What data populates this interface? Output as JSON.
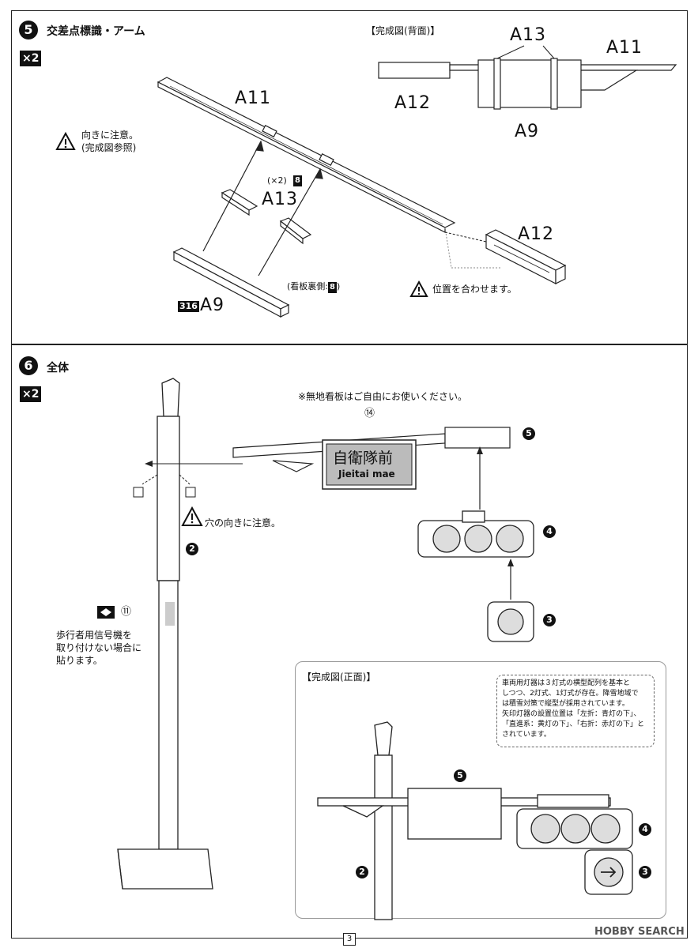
{
  "step5": {
    "number": "5",
    "title": "交差点標識・アーム",
    "quantity": "×2",
    "caution": [
      "向きに注意。",
      "(完成図参照)"
    ],
    "completed_back_title": "【完成図(背面)】",
    "labels": {
      "a11": "A11",
      "a12": "A12",
      "a13": "A13",
      "a9": "A9",
      "a9_badge": "316"
    },
    "a13_qty": "(×2)",
    "a13_ref": "8",
    "a9_ref_note": "(看板裏側:",
    "a9_ref": "8",
    "a9_ref_close": ")",
    "align_note": "位置を合わせます。"
  },
  "step6": {
    "number": "6",
    "title": "全体",
    "quantity": "×2",
    "blank_sign_note": "※無地看板はご自由にお使いください。",
    "sign_num": "⑭",
    "sign_text_jp": "自衛隊前",
    "sign_text_en": "Jieitai mae",
    "hole_note": "穴の向きに注意。",
    "ped_marker": "⑪",
    "ped_note": [
      "歩行者用信号機を",
      "取り付けない場合に",
      "貼ります。"
    ],
    "refs": {
      "r5": "5",
      "r4": "4",
      "r3": "3",
      "r2": "2"
    },
    "completed_front_title": "【完成図(正面)】",
    "info_box": [
      "車両用灯器は３灯式の横型配列を基本と",
      "しつつ、2灯式、1灯式が存在。降雪地域で",
      "は積雪対策で縦型が採用されています。",
      "矢印灯器の設置位置は「左折：青灯の下」、",
      "「直進系：黄灯の下」、「右折：赤灯の下」と",
      "されています。"
    ]
  },
  "footer": {
    "page": "3",
    "watermark": "HOBBY SEARCH"
  }
}
